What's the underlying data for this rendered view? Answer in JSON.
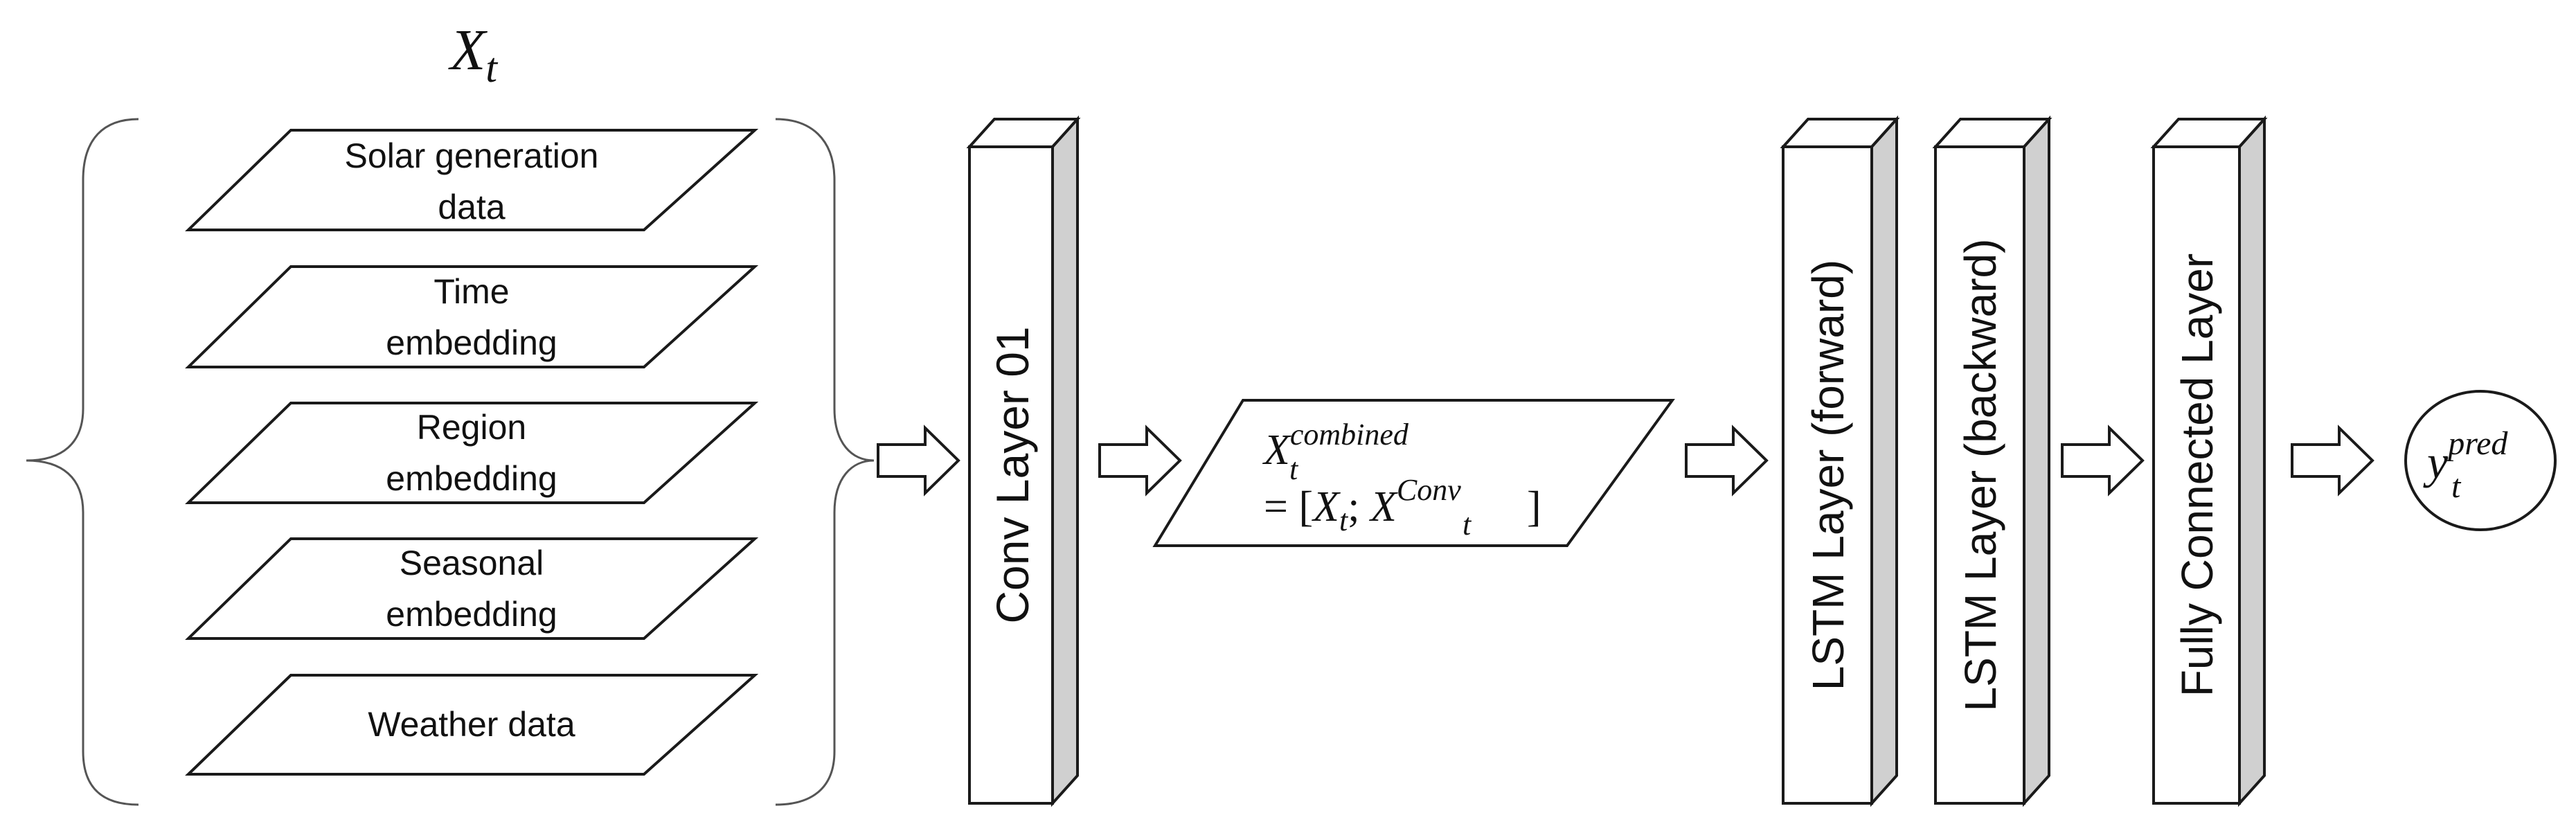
{
  "input": {
    "title": {
      "base": "X",
      "sub": "t"
    },
    "items": [
      {
        "line1": "Solar generation",
        "line2": "data"
      },
      {
        "line1": "Time",
        "line2": "embedding"
      },
      {
        "line1": "Region",
        "line2": "embedding"
      },
      {
        "line1": "Seasonal",
        "line2": "embedding"
      },
      {
        "line1": "Weather data",
        "line2": ""
      }
    ]
  },
  "conv": {
    "label": "Conv Layer 01"
  },
  "combined": {
    "top": {
      "base": "X",
      "sub": "t",
      "sup": "combined"
    },
    "eq": {
      "prefix": "= [",
      "x": "X",
      "xsub": "t",
      "sep": "; ",
      "c": "X",
      "csub": "t",
      "csup": "Conv",
      "suffix": "]"
    }
  },
  "lstm_forward": {
    "label": "LSTM Layer (forward)"
  },
  "lstm_backward": {
    "label": "LSTM Layer (backward)"
  },
  "fc": {
    "label": "Fully Connected Layer"
  },
  "output": {
    "base": "y",
    "sub": "t",
    "sup": "pred"
  }
}
